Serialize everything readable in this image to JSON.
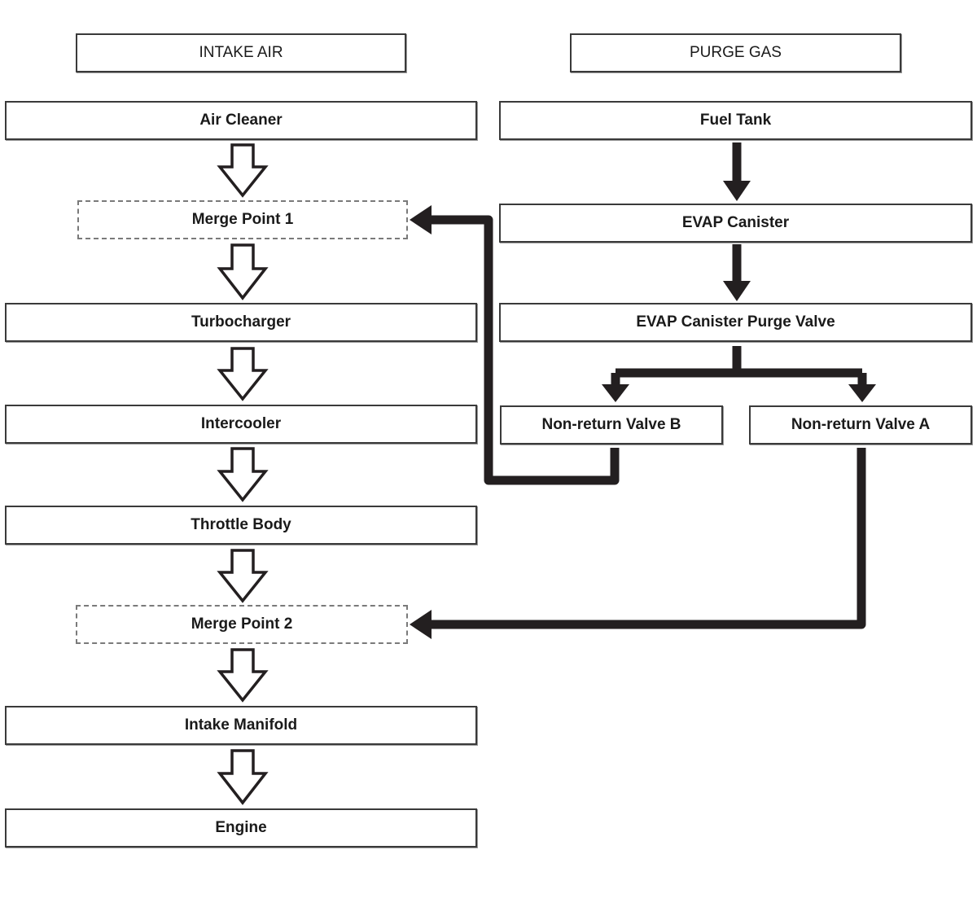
{
  "headers": {
    "intake": "INTAKE AIR",
    "purge": "PURGE GAS"
  },
  "intake_chain": [
    {
      "id": "air-cleaner",
      "label": "Air Cleaner"
    },
    {
      "id": "merge-point-1",
      "label": "Merge Point 1",
      "style": "dashed"
    },
    {
      "id": "turbocharger",
      "label": "Turbocharger"
    },
    {
      "id": "intercooler",
      "label": "Intercooler"
    },
    {
      "id": "throttle-body",
      "label": "Throttle Body"
    },
    {
      "id": "merge-point-2",
      "label": "Merge Point 2",
      "style": "dashed"
    },
    {
      "id": "intake-manifold",
      "label": "Intake Manifold"
    },
    {
      "id": "engine",
      "label": "Engine"
    }
  ],
  "purge_chain": [
    {
      "id": "fuel-tank",
      "label": "Fuel Tank"
    },
    {
      "id": "evap-canister",
      "label": "EVAP Canister"
    },
    {
      "id": "evap-canister-purge-valve",
      "label": "EVAP Canister Purge Valve"
    },
    {
      "id": "non-return-valve-b",
      "label": "Non-return Valve B"
    },
    {
      "id": "non-return-valve-a",
      "label": "Non-return Valve A"
    }
  ],
  "connections": [
    {
      "from": "Air Cleaner",
      "to": "Merge Point 1",
      "kind": "intake"
    },
    {
      "from": "Merge Point 1",
      "to": "Turbocharger",
      "kind": "intake"
    },
    {
      "from": "Turbocharger",
      "to": "Intercooler",
      "kind": "intake"
    },
    {
      "from": "Intercooler",
      "to": "Throttle Body",
      "kind": "intake"
    },
    {
      "from": "Throttle Body",
      "to": "Merge Point 2",
      "kind": "intake"
    },
    {
      "from": "Merge Point 2",
      "to": "Intake Manifold",
      "kind": "intake"
    },
    {
      "from": "Intake Manifold",
      "to": "Engine",
      "kind": "intake"
    },
    {
      "from": "Fuel Tank",
      "to": "EVAP Canister",
      "kind": "purge"
    },
    {
      "from": "EVAP Canister",
      "to": "EVAP Canister Purge Valve",
      "kind": "purge"
    },
    {
      "from": "EVAP Canister Purge Valve",
      "to": "Non-return Valve B",
      "kind": "purge"
    },
    {
      "from": "EVAP Canister Purge Valve",
      "to": "Non-return Valve A",
      "kind": "purge"
    },
    {
      "from": "Non-return Valve B",
      "to": "Merge Point 1",
      "kind": "purge"
    },
    {
      "from": "Non-return Valve A",
      "to": "Merge Point 2",
      "kind": "purge"
    }
  ],
  "colors": {
    "purge_line": "#231f20",
    "intake_arrow_stroke": "#231f20",
    "box_border": "#3a3a3a"
  }
}
